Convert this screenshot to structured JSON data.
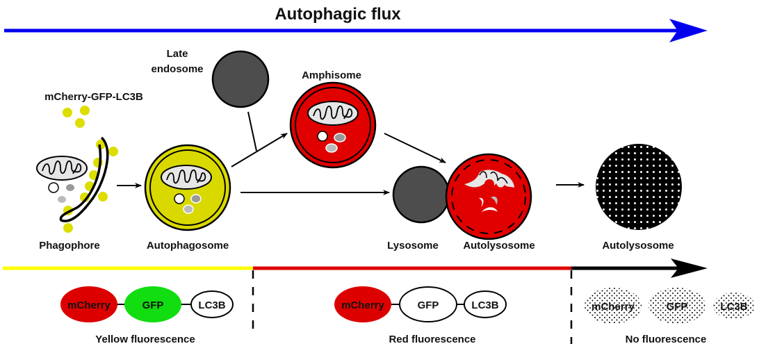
{
  "title": "Autophagic flux",
  "reporter_label": "mCherry-GFP-LC3B",
  "stages": {
    "late_endosome": [
      "Late",
      "endosome"
    ],
    "amphisome": "Amphisome",
    "phagophore": "Phagophore",
    "autophagosome": "Autophagosome",
    "lysosome": "Lysosome",
    "autolysosome_red": "Autolysosome",
    "autolysosome_final": "Autolysosome"
  },
  "reporter_states": [
    {
      "name": "yellow",
      "parts": [
        "mCherry",
        "GFP",
        "LC3B"
      ],
      "caption": "Yellow fluorescence"
    },
    {
      "name": "red",
      "parts": [
        "mCherry",
        "GFP",
        "LC3B"
      ],
      "caption": "Red fluorescence"
    },
    {
      "name": "none",
      "parts": [
        "mCherry",
        "GFP",
        "LC3B"
      ],
      "caption": "No fluorescence"
    }
  ],
  "colors": {
    "flux_arrow": "#0000ee",
    "yellow_phase": "#ffff00",
    "red_phase": "#dd0000",
    "black_phase": "#000000",
    "lc3_dot": "#dddd00",
    "autophagosome_fill": "#d9d900",
    "red_vesicle": "#e00000",
    "lysosome": "#4d4d4d",
    "mcherry": "#dd0000",
    "gfp": "#11dd11"
  }
}
